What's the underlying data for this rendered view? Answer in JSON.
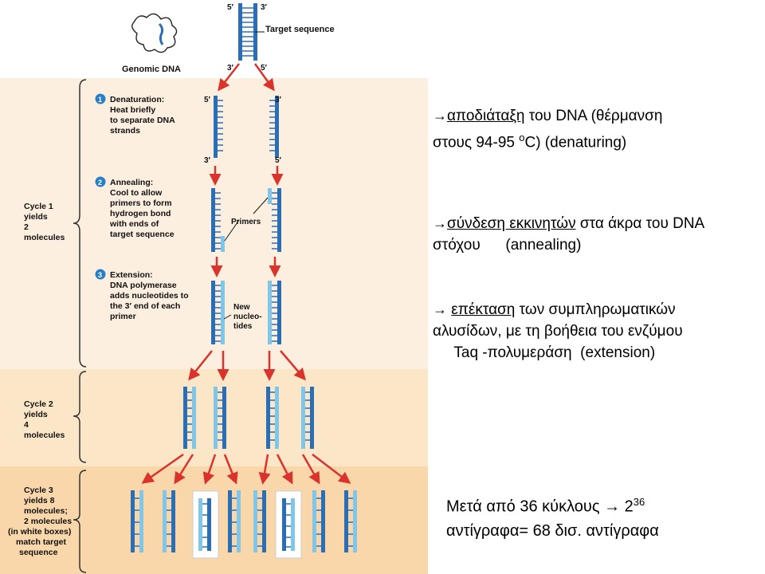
{
  "diagram": {
    "genomic_dna": "Genomic DNA",
    "target_sequence": "Target sequence",
    "prime5": "5′",
    "prime3": "3′",
    "steps": [
      {
        "num": "1",
        "title": "Denaturation:",
        "lines": [
          "Heat briefly",
          "to separate DNA",
          "strands"
        ]
      },
      {
        "num": "2",
        "title": "Annealing:",
        "lines": [
          "Cool to allow",
          "primers to form",
          "hydrogen bond",
          "with ends of",
          "target sequence"
        ]
      },
      {
        "num": "3",
        "title": "Extension:",
        "lines": [
          "DNA polymerase",
          "adds nucleotides to",
          "the 3′ end of each",
          "primer"
        ]
      }
    ],
    "primers_label": "Primers",
    "new_nucleotides_label": [
      "New",
      "nucleo-",
      "tides"
    ],
    "cycles": [
      {
        "lines": [
          "Cycle 1",
          "yields",
          "2",
          "molecules"
        ]
      },
      {
        "lines": [
          "Cycle 2",
          "yields",
          "4",
          "molecules"
        ]
      },
      {
        "lines": [
          "Cycle 3",
          "yields 8",
          "molecules;",
          "2 molecules",
          "(in white boxes)",
          "match target",
          "sequence"
        ]
      }
    ],
    "colors": {
      "band1": "#fcefe0",
      "band2": "#fbe6c8",
      "band3": "#f9d7aa",
      "strand_dark": "#2a6fb5",
      "strand_light": "#7fc6e8",
      "arrow": "#d9332b",
      "step_badge": "#2a7fc4"
    }
  },
  "notes": {
    "arrow": "→",
    "n1_link": "αποδιάταξη",
    "n1_rest": " του DNA (θέρμανση",
    "n1_line2a": "στους 94-95 ",
    "n1_sup": "ο",
    "n1_line2b": "C) (denaturing)",
    "n2_link": "σύνδεση εκκινητών",
    "n2_rest": " στα άκρα του DNA",
    "n2_line2": "στόχου      (annealing)",
    "n3_link": "επέκταση",
    "n3_rest": " των  συμπληρωματικών",
    "n3_line2": "αλυσίδων, με τη βοήθεια του ενζύμου",
    "n3_line3": "     Taq -πολυμεράση  (extension)",
    "n4_line1": "Μετά από 36 κύκλους",
    "n4_arrow": "→",
    "n4_base": " 2",
    "n4_sup": "36",
    "n4_line2": "αντίγραφα= 68 δισ. αντίγραφα"
  }
}
